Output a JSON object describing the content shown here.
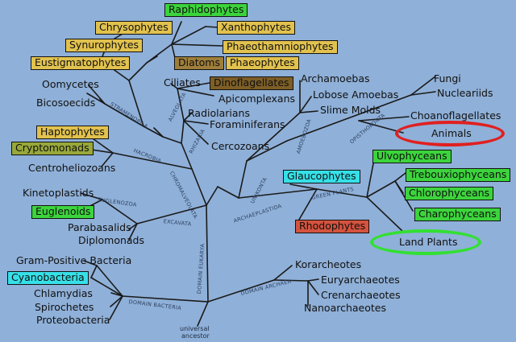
{
  "colors": {
    "background": "#8fb0d8",
    "line": "#1a1a1a",
    "gold": "#e2c24e",
    "lime": "#3cd43c",
    "cyan": "#36e0e8",
    "brown": "#9e7e3a",
    "dark_brown": "#7d5e26",
    "olive": "#98a83a",
    "red": "#d4533e",
    "red_ellipse": "#e02020",
    "green_ellipse": "#32e032"
  },
  "boxed_taxa": {
    "raphidophytes": "Raphidophytes",
    "chrysophytes": "Chrysophytes",
    "xanthophytes": "Xanthophytes",
    "synurophytes": "Synurophytes",
    "phaeothamniophytes": "Phaeothamniophytes",
    "eustigmatophytes": "Eustigmatophytes",
    "diatoms": "Diatoms",
    "phaeophytes": "Phaeophytes",
    "dinoflagellates": "Dinoflagellates",
    "haptophytes": "Haptophytes",
    "cryptomonads": "Cryptomonads",
    "glaucophytes": "Glaucophytes",
    "euglenoids": "Euglenoids",
    "ulvophyceans": "Ulvophyceans",
    "trebouxiophyceans": "Trebouxiophyceans",
    "chlorophyceans": "Chlorophyceans",
    "charophyceans": "Charophyceans",
    "rhodophytes": "Rhodophytes",
    "cyanobacteria": "Cyanobacteria"
  },
  "ellipse_taxa": {
    "animals": "Animals",
    "land_plants": "Land Plants"
  },
  "taxa": {
    "oomycetes": "Oomycetes",
    "bicosoecids": "Bicosoecids",
    "ciliates": "Ciliates",
    "apicomplexans": "Apicomplexans",
    "radiolarians": "Radiolarians",
    "foraminiferans": "Foraminiferans",
    "cercozoans": "Cercozoans",
    "archamoebas": "Archamoebas",
    "lobose_amoebas": "Lobose Amoebas",
    "slime_molds": "Slime Molds",
    "fungi": "Fungi",
    "nucleariids": "Nucleariids",
    "choanoflagellates": "Choanoflagellates",
    "centroheliozoans": "Centroheliozoans",
    "kinetoplastids": "Kinetoplastids",
    "parabasalids": "Parabasalids",
    "diplomonads": "Diplomonads",
    "gram_positive": "Gram-Positive Bacteria",
    "chlamydias": "Chlamydias",
    "spirochetes": "Spirochetes",
    "proteobacteria": "Proteobacteria",
    "korarcheotes": "Korarcheotes",
    "euryarchaeotes": "Euryarchaeotes",
    "crenarchaeotes": "Crenarchaeotes",
    "nanoarchaeotes": "Nanoarchaeotes",
    "universal_ancestor_1": "universal",
    "universal_ancestor_2": "ancestor"
  },
  "clades": {
    "stramenopila": "STRAMENOPILA",
    "alveolata": "ALVEOLATA",
    "rhizaria": "RHIZARIA",
    "amoebozoa": "AMOEBOZOA",
    "opisthokonta": "OPISTHOKONTA",
    "hacrobia": "HACROBIA",
    "chromalveolata": "CHROMALVEOLATA",
    "unikonta": "UNIKONTA",
    "archaeplastida": "ARCHAEPLASTIDA",
    "green_plants": "GREEN PLANTS",
    "euglenozoa": "EUGLENOZOA",
    "excavata": "EXCAVATA",
    "domain_eukarya": "DOMAIN EUKARYA",
    "domain_bacteria": "DOMAIN BACTERIA",
    "domain_archaea": "DOMAIN ARCHAEA"
  }
}
